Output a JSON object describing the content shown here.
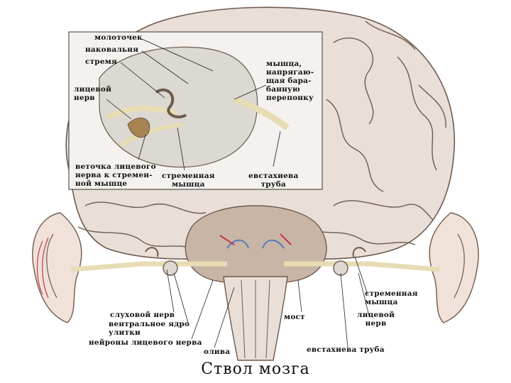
{
  "colors": {
    "tissue": "#e9dfd6",
    "tissue_dark": "#c9b5a6",
    "gyri_line": "#6e5a4f",
    "inset_bg": "#f4f1ee",
    "bone": "#dcd8d2",
    "nerve": "#e7dcb4",
    "muscle": "#a78452",
    "vessel_blue": "#5d7fb6",
    "vessel_red": "#c0394a",
    "ear": "#f0e2d9"
  },
  "inset": {
    "labels": {
      "malleus": "молоточек",
      "incus": "наковальня",
      "stapes": "стремя",
      "facial_nerve": "лицевой\nнерв",
      "tensor_muscle": "мышца,\nнапрягаю-\nщая бара-\nбанную\nперепонку",
      "facial_branch": "веточка лицевого\nнерва к стремен-\nной мышце",
      "stapedius": "стременная\nмышца",
      "eustachian": "евстахиева\nтруба"
    }
  },
  "main": {
    "labels": {
      "stapedius": "стременная\nмышца",
      "facial_nerve": "лицевой\nнерв",
      "auditory_nerve": "слуховой нерв",
      "ventral_nucleus": "вентральное ядро\nулитки",
      "facial_neurons": "нейроны лицевого нерва",
      "olive": "олива",
      "pons": "мост",
      "eustachian": "евстахиева труба"
    }
  },
  "caption": "Ствол мозга"
}
